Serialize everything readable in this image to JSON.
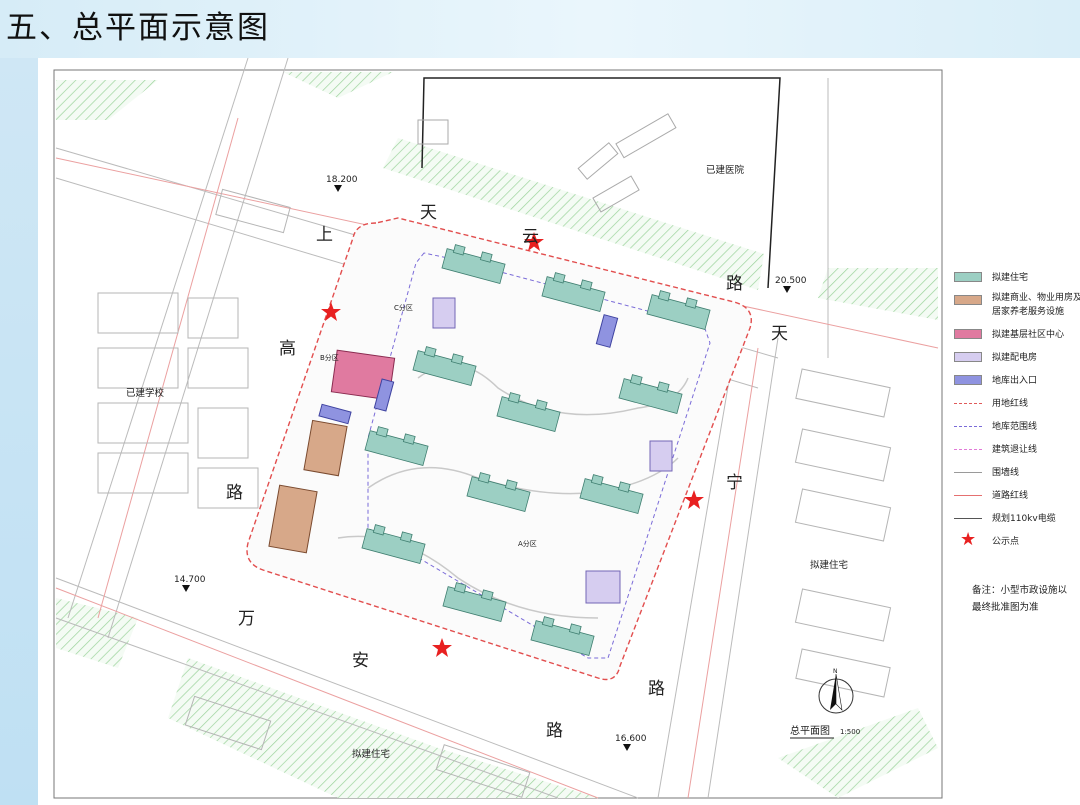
{
  "title": "五、总平面示意图",
  "labels": {
    "hospital": "已建医院",
    "school": "已建学校",
    "residential_east": "拟建住宅",
    "residential_south": "拟建住宅",
    "zone_c": "C分区",
    "zone_b": "B分区",
    "zone_a": "A分区",
    "plan_title": "总平面图",
    "scale": "1:500",
    "north": "N"
  },
  "roads": {
    "shanggao": [
      "上",
      "高",
      "路"
    ],
    "tianyun": [
      "天",
      "云",
      "路"
    ],
    "tianning": [
      "天",
      "宁",
      "路"
    ],
    "wanan": [
      "万",
      "安",
      "路"
    ]
  },
  "elevations": [
    "18.200",
    "20.500",
    "14.700",
    "16.600"
  ],
  "legend": [
    {
      "label": "拟建住宅",
      "type": "fill",
      "color": "#9ccfc3"
    },
    {
      "label": "拟建商业、物业用房及居家养老服务设施",
      "type": "fill",
      "color": "#d7a889"
    },
    {
      "label": "拟建基层社区中心",
      "type": "fill",
      "color": "#e07aa0"
    },
    {
      "label": "拟建配电房",
      "type": "fill",
      "color": "#d6cdf0"
    },
    {
      "label": "地库出入口",
      "type": "fill",
      "color": "#8f93e0"
    },
    {
      "label": "用地红线",
      "type": "line",
      "color": "#e05a5a",
      "style": "dashed"
    },
    {
      "label": "地库范围线",
      "type": "line",
      "color": "#7a6bd8",
      "style": "dashed"
    },
    {
      "label": "建筑退让线",
      "type": "line",
      "color": "#e27ad8",
      "style": "dashed"
    },
    {
      "label": "围墙线",
      "type": "line",
      "color": "#9a9a9a",
      "style": "solid"
    },
    {
      "label": "道路红线",
      "type": "line",
      "color": "#e57070",
      "style": "solid"
    },
    {
      "label": "规划110kv电缆",
      "type": "line",
      "color": "#555555",
      "style": "solid"
    },
    {
      "label": "公示点",
      "type": "star",
      "color": "#e82020"
    }
  ],
  "note": [
    "备注：小型市政设施以",
    "最终批准图为准"
  ]
}
